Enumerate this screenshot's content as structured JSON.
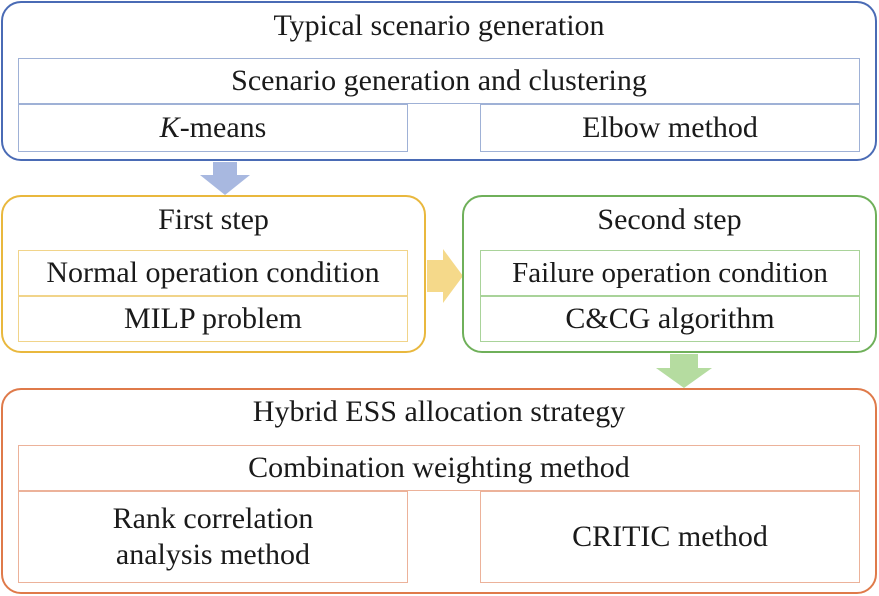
{
  "colors": {
    "blue_border": "#4a6bb5",
    "blue_arrow": "#a8b8e0",
    "yellow_border": "#e9b83e",
    "yellow_arrow": "#f5d98a",
    "green_border": "#6fb05a",
    "green_arrow": "#b5dca0",
    "orange_border": "#df7a4a"
  },
  "typical": {
    "title": "Typical scenario generation",
    "subtitle": "Scenario generation and clustering",
    "kmeans_k": "K",
    "kmeans_rest": "-means",
    "elbow": "Elbow method"
  },
  "first_step": {
    "title": "First step",
    "item1": "Normal operation condition",
    "item2": "MILP problem"
  },
  "second_step": {
    "title": "Second step",
    "item1": "Failure operation condition",
    "item2": "C&CG algorithm"
  },
  "hybrid": {
    "title": "Hybrid ESS allocation strategy",
    "subtitle": "Combination weighting method",
    "left_line1": "Rank correlation",
    "left_line2": "analysis method",
    "right": "CRITIC method"
  }
}
